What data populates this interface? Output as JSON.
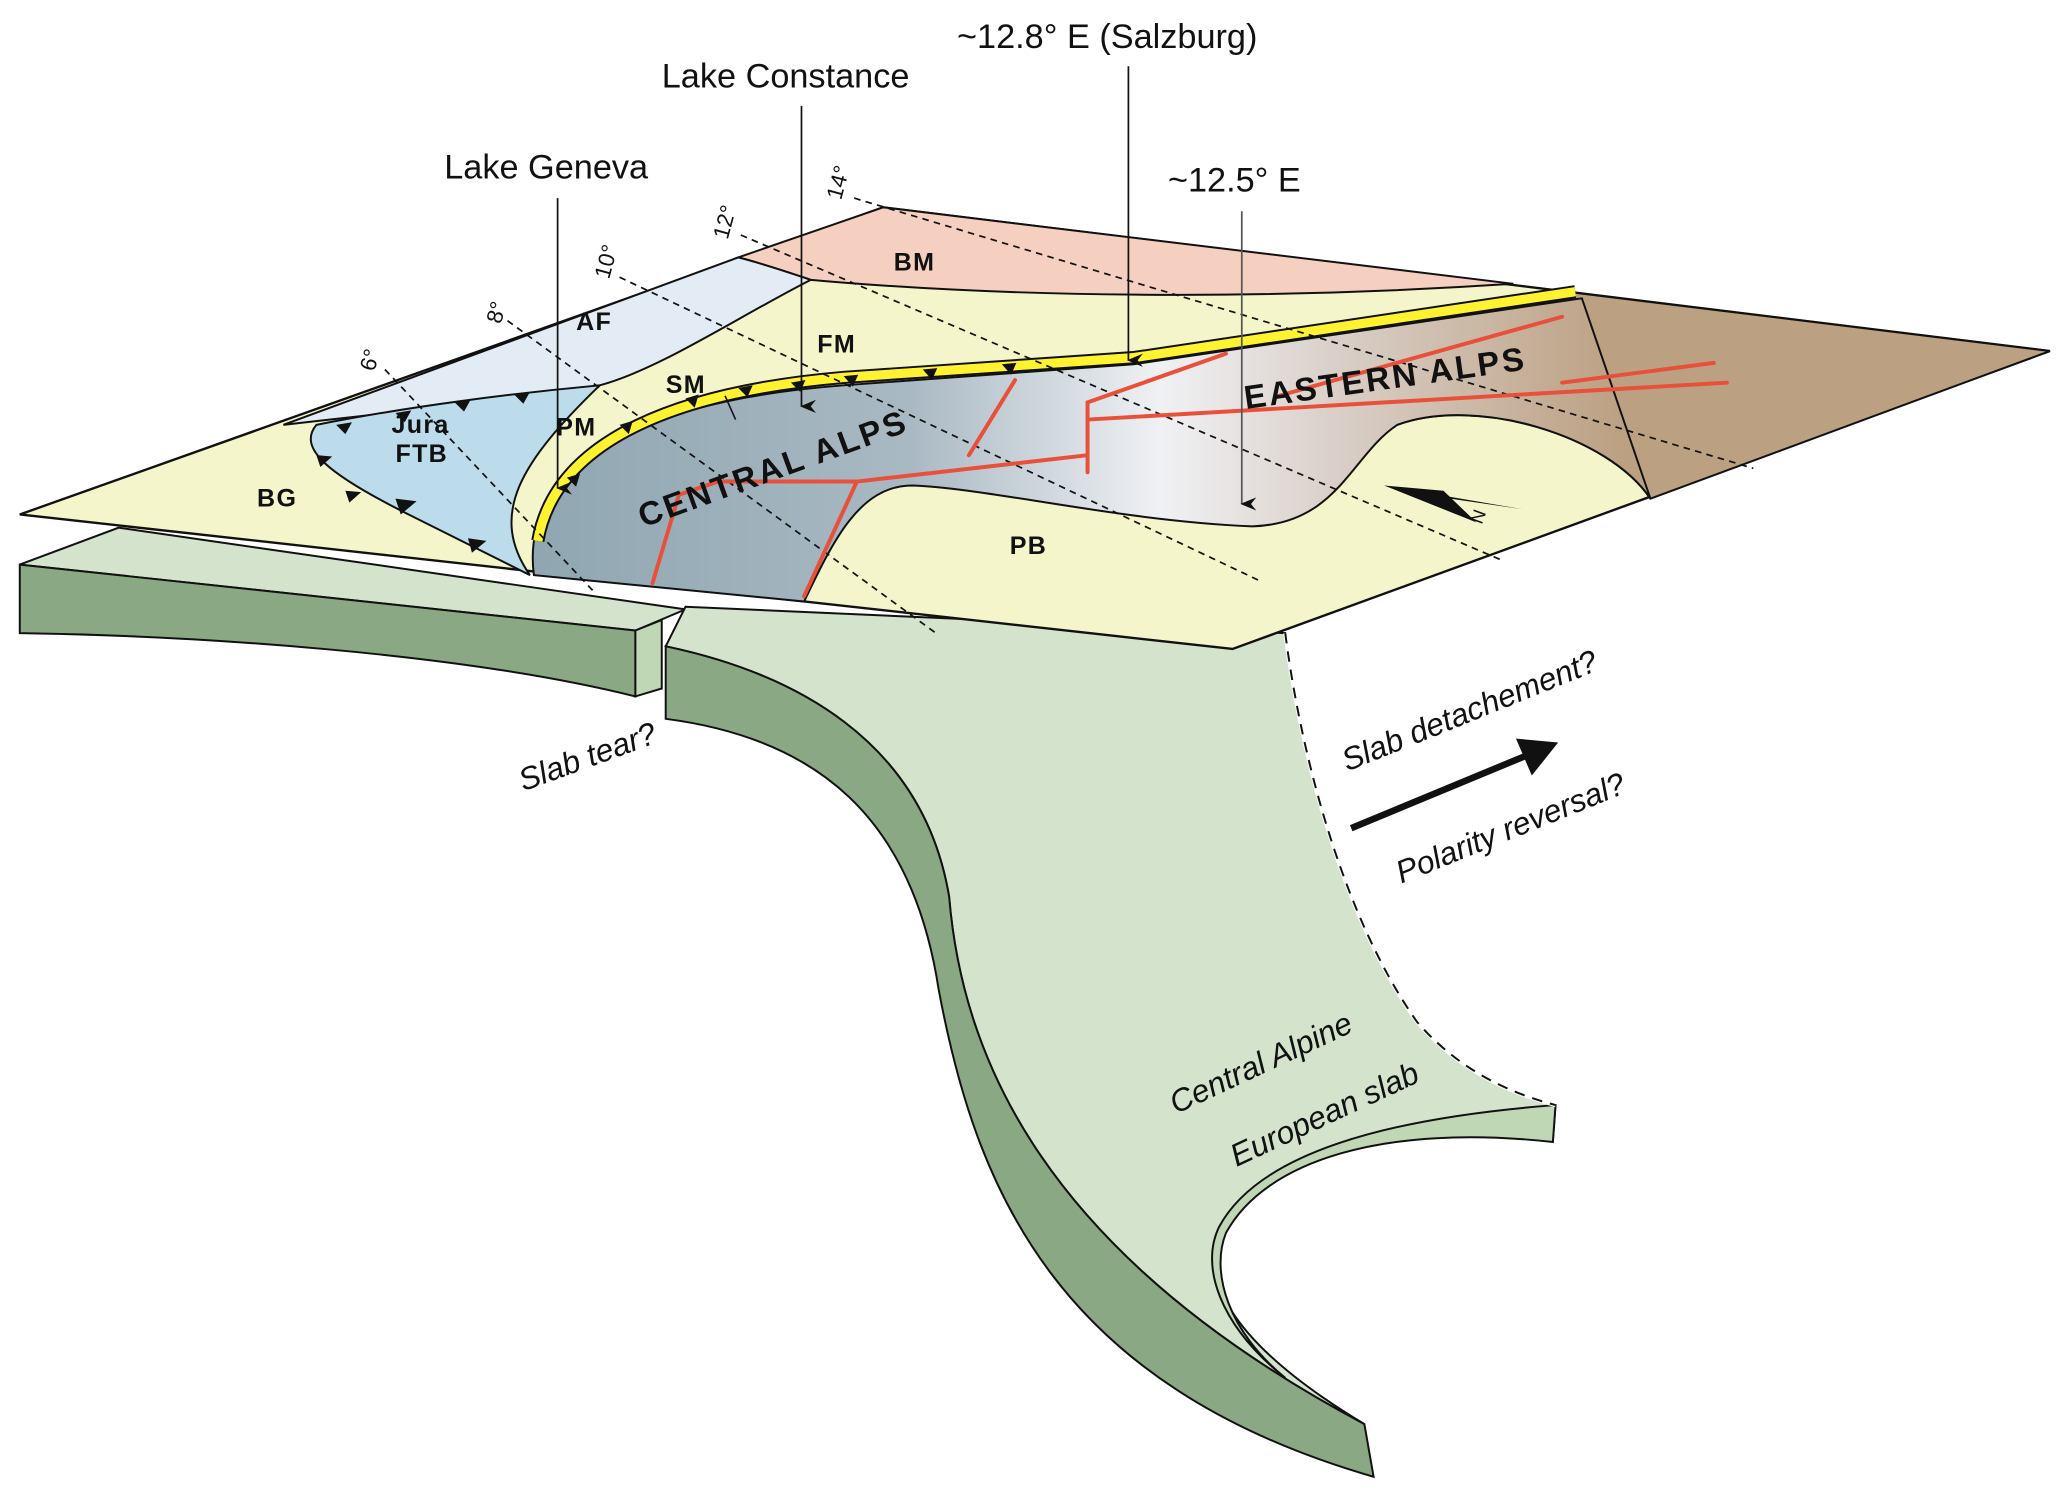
{
  "title": "Alpine slab geometry block diagram",
  "callouts": {
    "lake_geneva": "Lake Geneva",
    "lake_constance": "Lake Constance",
    "salzburg": "~12.8° E (Salzburg)",
    "e125": "~12.5° E"
  },
  "longitudes": [
    "6°",
    "8°",
    "10°",
    "12°",
    "14°"
  ],
  "units": {
    "bm": "BM",
    "af": "AF",
    "fm": "FM",
    "sm": "SM",
    "pm": "PM",
    "jura1": "Jura",
    "jura2": "FTB",
    "bg": "BG",
    "pb": "PB",
    "central_alps": "CENTRAL ALPS",
    "eastern_alps": "EASTERN ALPS"
  },
  "north": "N",
  "slab_labels": {
    "tear": "Slab tear?",
    "detachment": "Slab detachement?",
    "polarity": "Polarity reversal?",
    "slab1": "Central Alpine",
    "slab2": "European slab"
  },
  "colors": {
    "foreland": "#f5f5cc",
    "bm": "#f5d0c0",
    "af": "#e3ecf5",
    "jura": "#bcdcec",
    "central": "#8fa6b1",
    "eastern": "#bca082",
    "slab": "#d3e3cc",
    "slab_dark": "#8aa883",
    "fault": "#e8503a",
    "yellow": "#fff230"
  }
}
